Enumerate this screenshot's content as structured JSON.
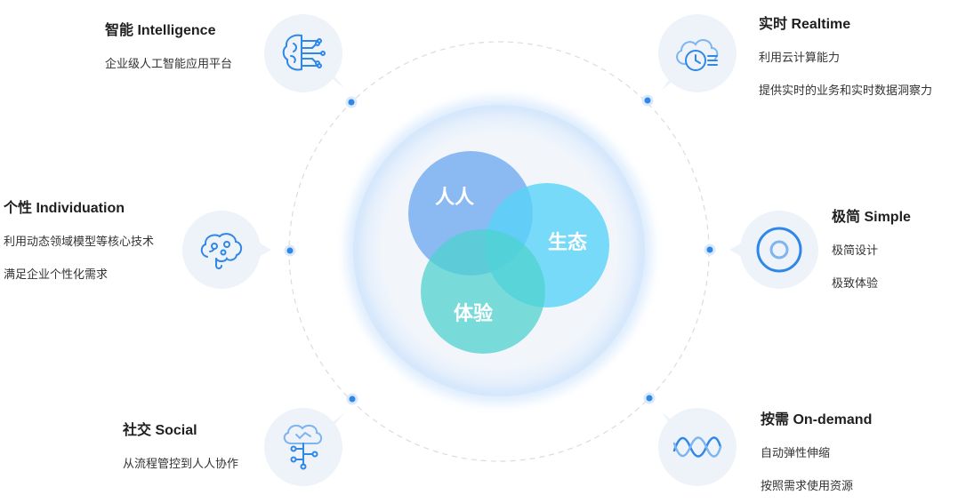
{
  "center": {
    "circles": [
      {
        "label": "人人",
        "color": "#79aef0"
      },
      {
        "label": "生态",
        "color": "#58d3f7"
      },
      {
        "label": "体验",
        "color": "#5ad6d6"
      }
    ]
  },
  "features": [
    {
      "id": "intelligence",
      "title": "智能 Intelligence",
      "lines": [
        "企业级人工智能应用平台"
      ],
      "icon": "brain-circuit-icon"
    },
    {
      "id": "realtime",
      "title": "实时 Realtime",
      "lines": [
        "利用云计算能力",
        "提供实时的业务和实时数据洞察力"
      ],
      "icon": "cloud-clock-icon"
    },
    {
      "id": "individuation",
      "title": "个性 Individuation",
      "lines": [
        "利用动态领域模型等核心技术",
        "满足企业个性化需求"
      ],
      "icon": "brain-gear-icon"
    },
    {
      "id": "simple",
      "title": "极简 Simple",
      "lines": [
        "极简设计",
        "极致体验"
      ],
      "icon": "target-ring-icon"
    },
    {
      "id": "social",
      "title": "社交 Social",
      "lines": [
        "从流程管控到人人协作"
      ],
      "icon": "cloud-network-icon"
    },
    {
      "id": "ondemand",
      "title": "按需 On-demand",
      "lines": [
        "自动弹性伸缩",
        "按照需求使用资源"
      ],
      "icon": "wave-icon"
    }
  ],
  "colors": {
    "accent": "#2f87e8",
    "bubble": "#eef3fa",
    "ring": "#dcdcdc"
  }
}
